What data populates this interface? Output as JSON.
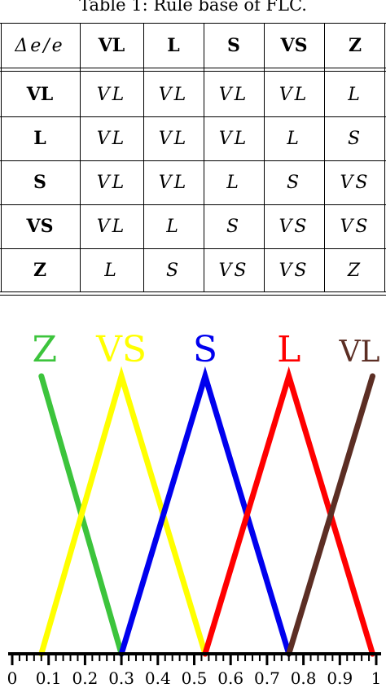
{
  "table": {
    "caption": "Table 1: Rule base of FLC.",
    "corner": "Δe/e",
    "columns": [
      "VL",
      "L",
      "S",
      "VS",
      "Z"
    ],
    "rows": [
      {
        "label": "VL",
        "cells": [
          "VL",
          "VL",
          "VL",
          "VL",
          "L"
        ]
      },
      {
        "label": "L",
        "cells": [
          "VL",
          "VL",
          "VL",
          "L",
          "S"
        ]
      },
      {
        "label": "S",
        "cells": [
          "VL",
          "VL",
          "L",
          "S",
          "VS"
        ]
      },
      {
        "label": "VS",
        "cells": [
          "VL",
          "L",
          "S",
          "VS",
          "VS"
        ]
      },
      {
        "label": "Z",
        "cells": [
          "L",
          "S",
          "VS",
          "VS",
          "Z"
        ]
      }
    ]
  },
  "chart_data": {
    "type": "line",
    "title": "",
    "xlabel": "",
    "ylabel": "",
    "xlim": [
      0,
      1
    ],
    "ylim": [
      0,
      1
    ],
    "x_ticks": [
      "0",
      "0.1",
      "0.2",
      "0.3",
      "0.4",
      "0.5",
      "0.6",
      "0.7",
      "0.8",
      "0.9",
      "1"
    ],
    "grid": false,
    "series": [
      {
        "name": "Z",
        "color": "#3cc43c",
        "x": [
          0.08,
          0.3
        ],
        "y": [
          1,
          0
        ]
      },
      {
        "name": "VS",
        "color": "#ffff00",
        "x": [
          0.08,
          0.3,
          0.53
        ],
        "y": [
          0,
          1,
          0
        ]
      },
      {
        "name": "S",
        "color": "#0000ee",
        "x": [
          0.3,
          0.53,
          0.76
        ],
        "y": [
          0,
          1,
          0
        ]
      },
      {
        "name": "L",
        "color": "#ff0000",
        "x": [
          0.53,
          0.76,
          0.99
        ],
        "y": [
          0,
          1,
          0
        ]
      },
      {
        "name": "VL",
        "color": "#5c2e24",
        "x": [
          0.76,
          0.99
        ],
        "y": [
          0,
          1
        ]
      }
    ]
  }
}
